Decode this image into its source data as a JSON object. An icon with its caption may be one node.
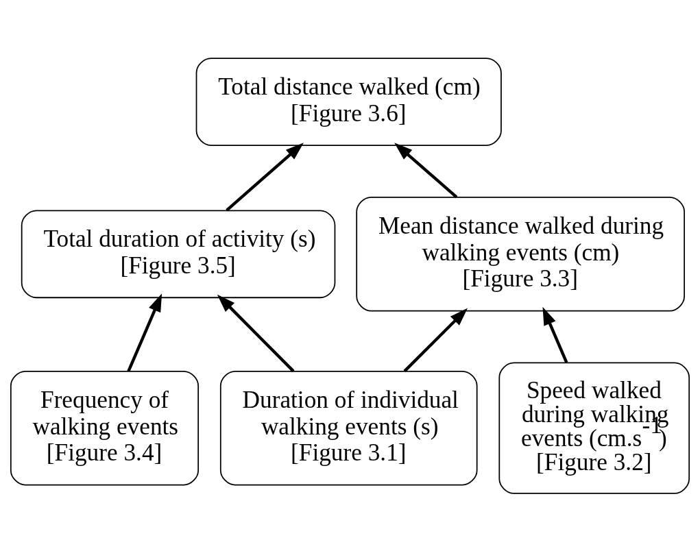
{
  "diagram": {
    "nodes": [
      {
        "text": [
          "Total distance walked (cm)",
          "[Figure 3.6]"
        ]
      },
      {
        "text": [
          "Total duration of activity (s)",
          "[Figure 3.5]"
        ]
      },
      {
        "text": [
          "Mean distance walked during walking events (cm)",
          "[Figure 3.3]"
        ]
      },
      {
        "text": [
          "Frequency of walking events",
          "[Figure 3.4]"
        ]
      },
      {
        "text": [
          "Duration of individual walking events (s)",
          "[Figure 3.1]"
        ]
      },
      {
        "text": [
          "Speed walked during walking events (cm.s$^{-1}$)",
          "[Figure 3.2]"
        ]
      }
    ],
    "edges": [
      {
        "from": 1,
        "to": 0,
        "arrow": "to"
      },
      {
        "from": 2,
        "to": 0,
        "arrow": "to"
      },
      {
        "from": 3,
        "to": 1,
        "arrow": "to"
      },
      {
        "from": 4,
        "to": 1,
        "arrow": "to"
      },
      {
        "from": 4,
        "to": 2,
        "arrow": "to"
      },
      {
        "from": 5,
        "to": 2,
        "arrow": "to"
      }
    ]
  }
}
